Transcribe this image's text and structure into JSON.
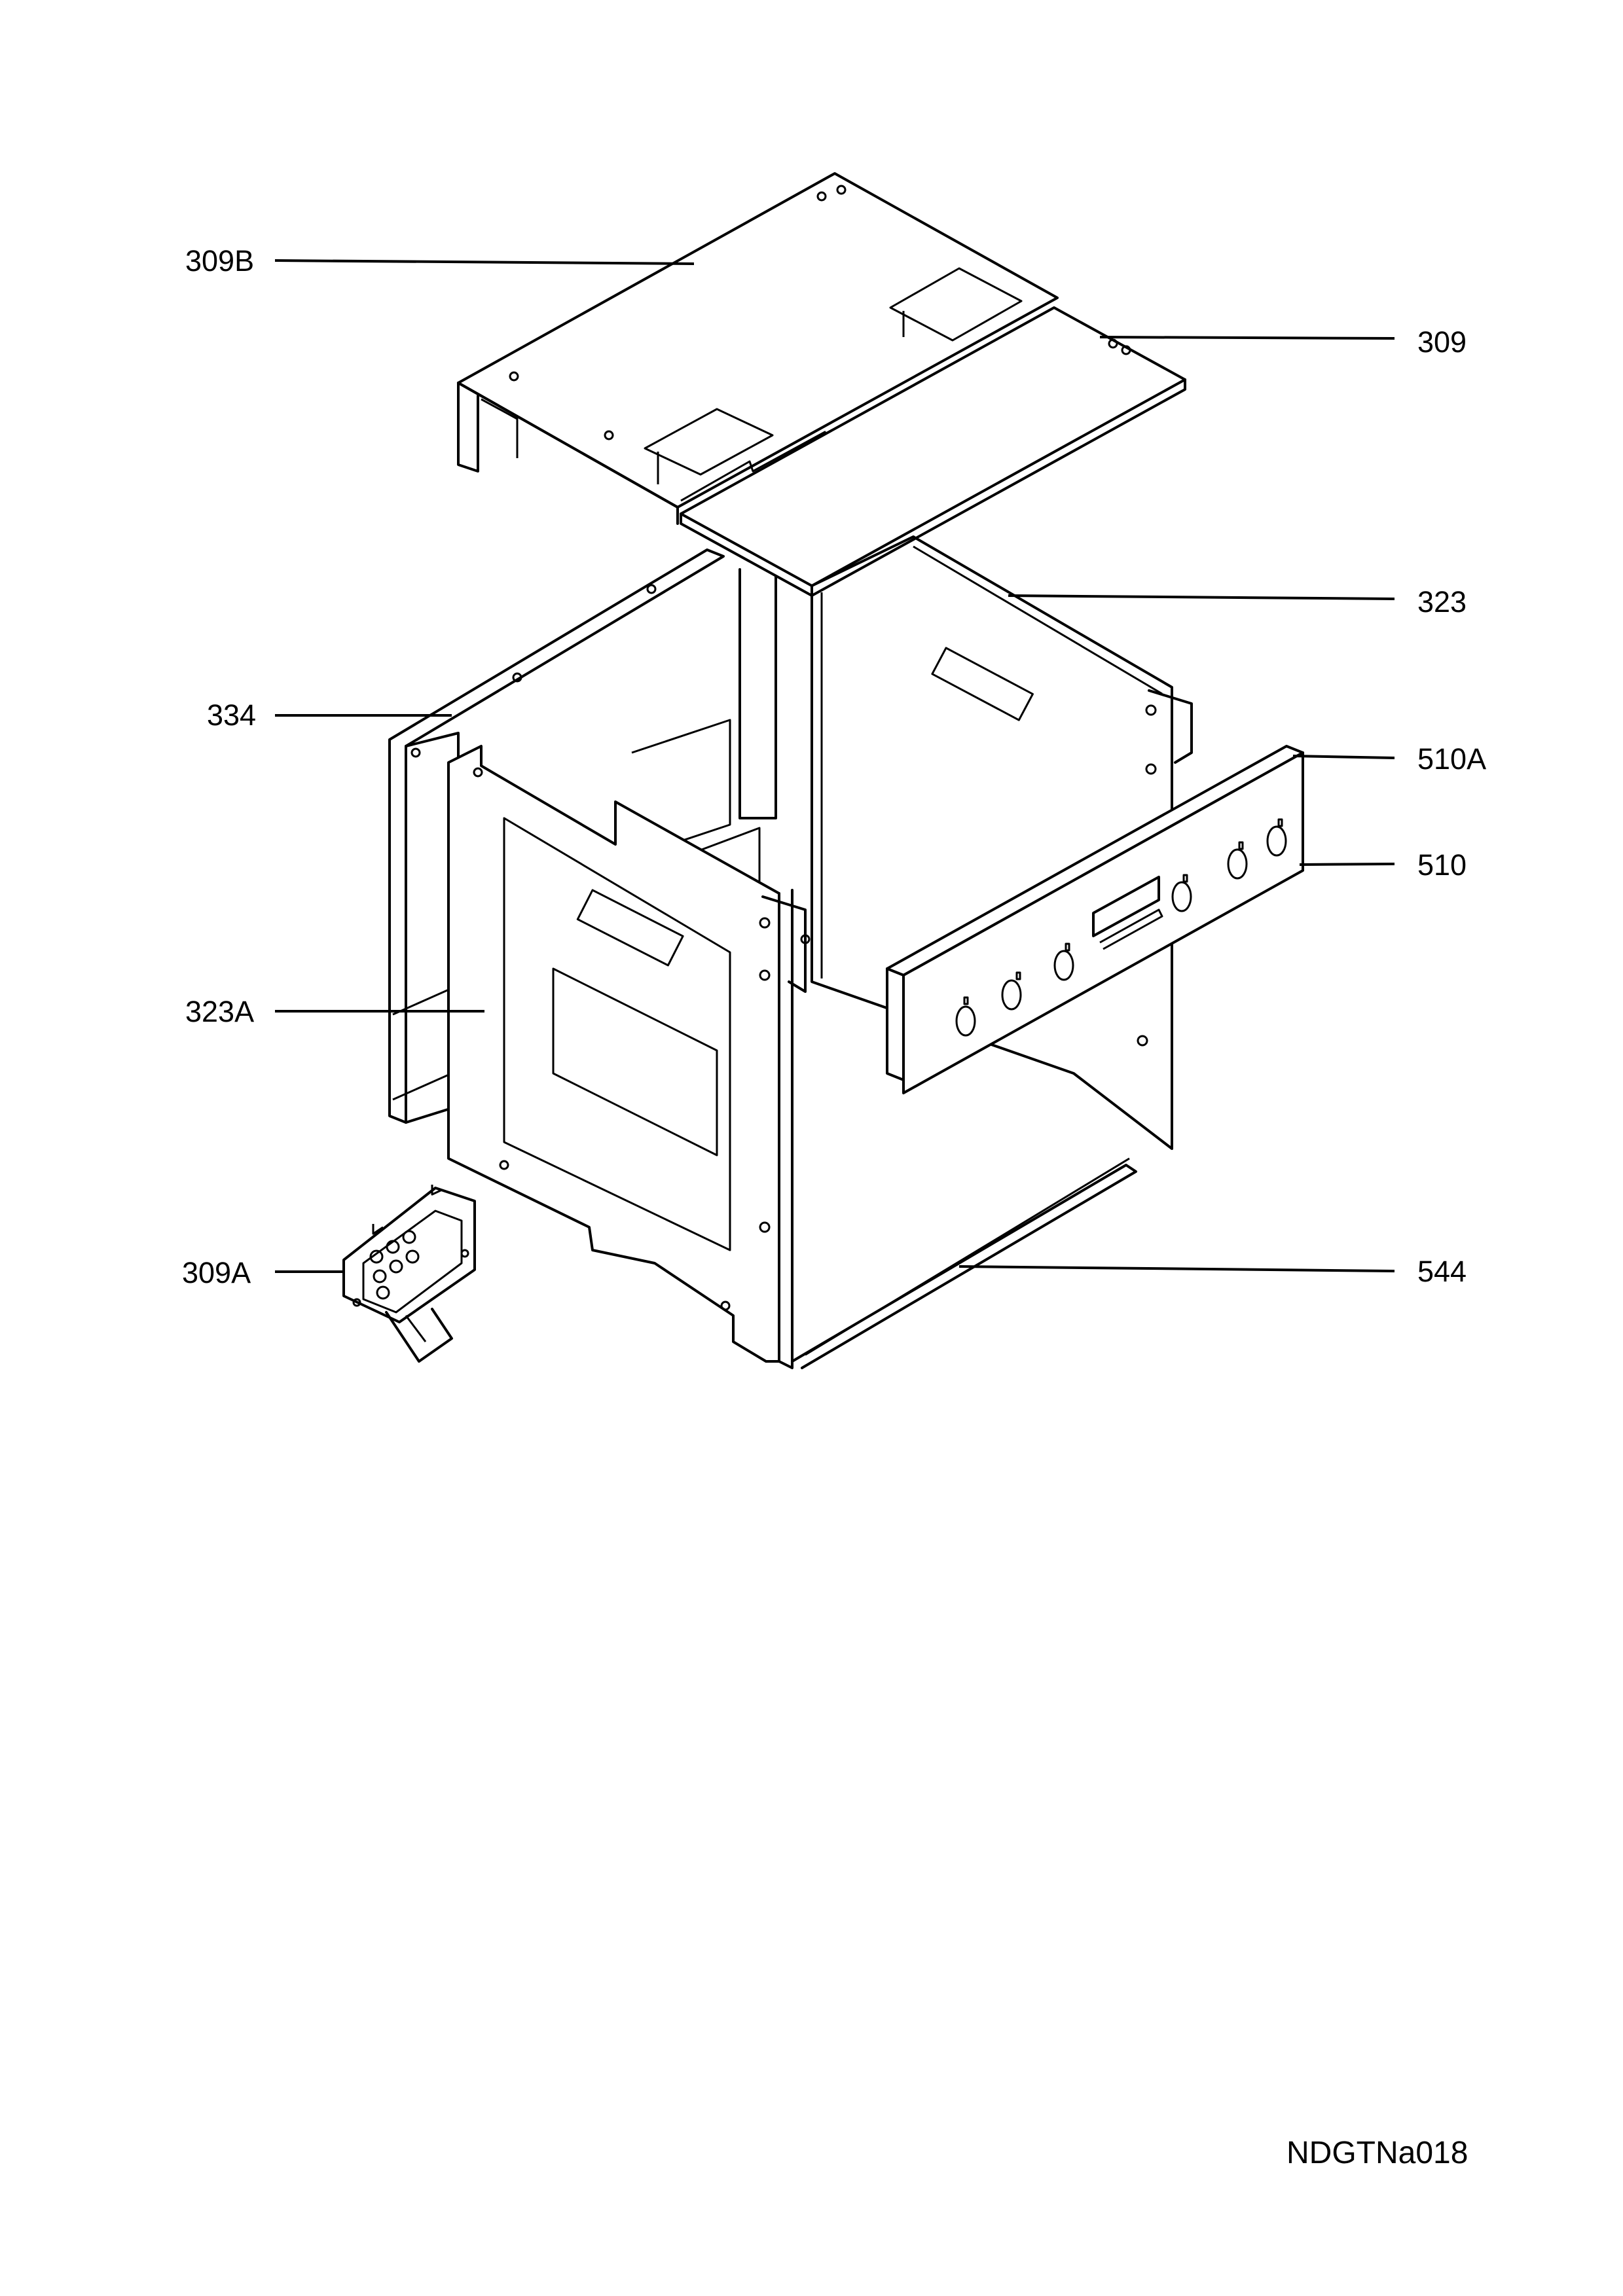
{
  "labels": {
    "l309b": "309B",
    "l309": "309",
    "l323": "323",
    "l334": "334",
    "l510a": "510A",
    "l510": "510",
    "l323a": "323A",
    "l309a": "309A",
    "l544": "544"
  },
  "drawing_code": "NDGTNa018"
}
